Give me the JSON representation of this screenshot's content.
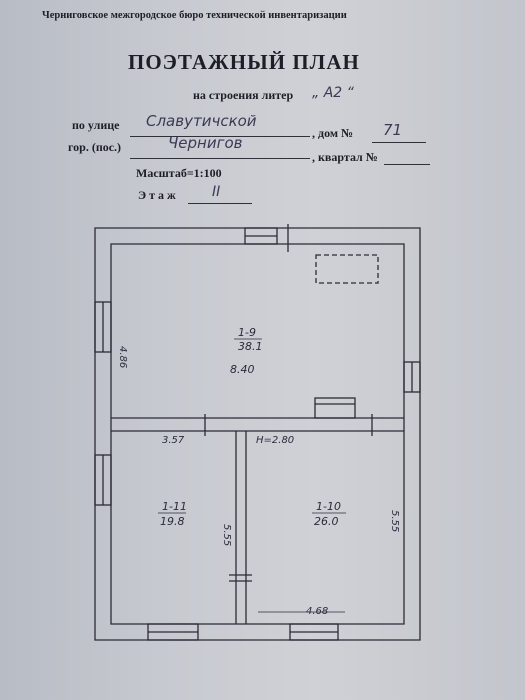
{
  "header": {
    "bureau": "Черниговское межгородское бюро технической инвентаризации",
    "title": "ПОЭТАЖНЫЙ ПЛАН",
    "building_label": "на строения литер",
    "building_letter": "„ А2 “",
    "street_label": "по улице",
    "street_value": "Славутичской",
    "house_label": ", дом №",
    "house_value": "71",
    "city_label": "гор. (пос.)",
    "city_value": "Чернигов",
    "quarter_label": ", квартал №",
    "quarter_value": "",
    "scale_label": "Масштаб=1:100",
    "floor_label": "Э т а ж",
    "floor_value": "II"
  },
  "plan": {
    "rooms": [
      {
        "number": "1-9",
        "area": "38.1",
        "width": "8.40"
      },
      {
        "number": "1-11",
        "area": "19.8"
      },
      {
        "number": "1-10",
        "area": "26.0"
      }
    ],
    "dimensions": {
      "left_wall": "4.86",
      "corridor_width": "3.57",
      "height": "Н=2.80",
      "room11_depth": "5.55",
      "room10_depth": "5.55",
      "room10_width": "4.68"
    }
  }
}
